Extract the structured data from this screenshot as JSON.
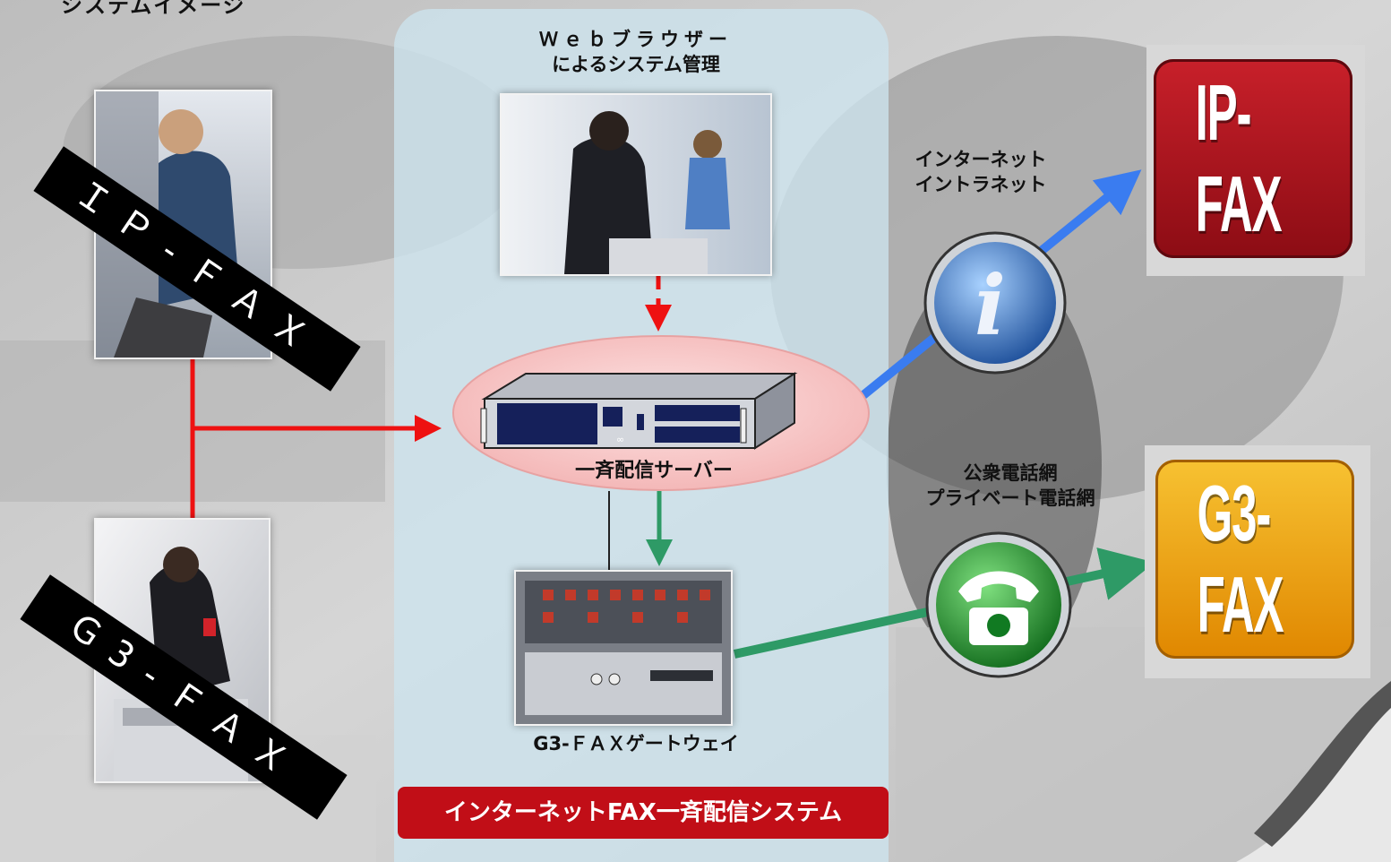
{
  "page_title": "システムイメージ",
  "web_admin": {
    "line1": "Ｗｅｂブラウザー",
    "line2": "によるシステム管理"
  },
  "ipfax_band": "ＩＰ-ＦＡＸ",
  "g3fax_band": "Ｇ3-ＦＡＸ",
  "server_label": "一斉配信サーバー",
  "gateway_label": "G3-ＦＡＸゲートウェイ",
  "network_internet": {
    "line1": "インターネット",
    "line2": "イントラネット"
  },
  "network_phone": {
    "line1": "公衆電話網",
    "line2": "プライベート電話網"
  },
  "tile_ipfax": "IP-FAX",
  "tile_g3fax": "G3-FAX",
  "system_name": "インターネットFAX一斉配信システム",
  "server_logo": "fujitsu-logo",
  "colors": {
    "red_line": "#ee1111",
    "green_line": "#2e9a66",
    "blue_arrow": "#3a7cf0",
    "banner": "#c10e17",
    "server_ellipse": "#f6c4c4",
    "tile_red": "#b0101c",
    "tile_orange": "#f2a000"
  },
  "icons": [
    "internet-globe-icon",
    "telephone-icon",
    "server-icon",
    "gateway-rack-icon"
  ]
}
